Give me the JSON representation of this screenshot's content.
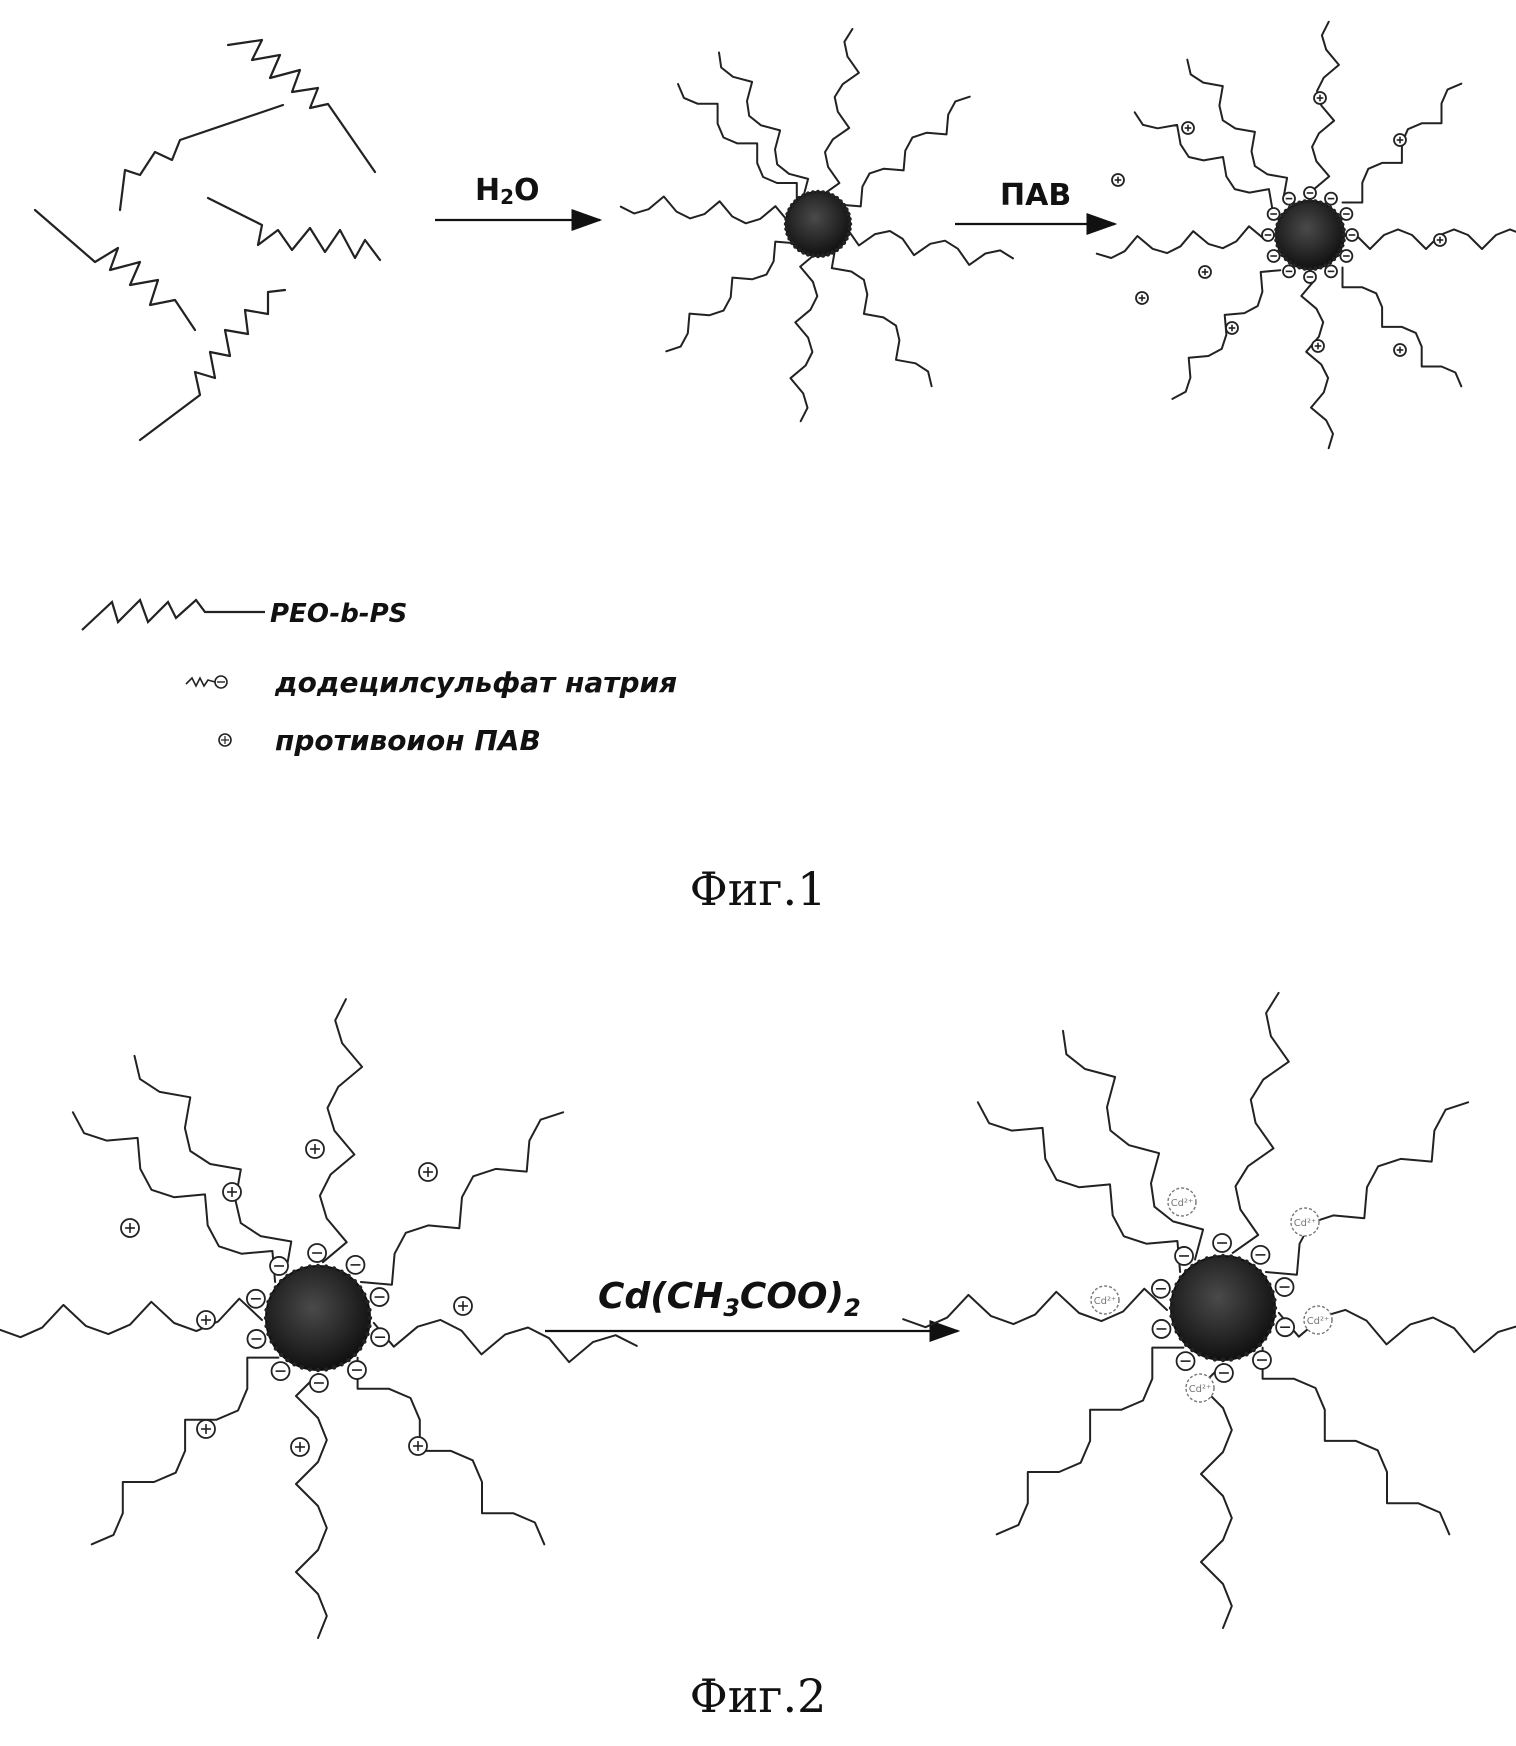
{
  "figure1": {
    "caption": "Фиг.1",
    "arrow1_label_main": "H",
    "arrow1_label_sub": "2",
    "arrow1_label_tail": "O",
    "arrow2_label": "ПАВ",
    "legend": {
      "polymer": "PEO-b-PS",
      "surfactant": "додецилсульфат натрия",
      "counterion": "противоион ПАВ"
    }
  },
  "figure2": {
    "caption": "Фиг.2",
    "arrow_label_main": "Cd(CH",
    "arrow_label_sub1": "3",
    "arrow_label_mid": "COO)",
    "arrow_label_sub2": "2",
    "ion_label": "Cd²⁺"
  }
}
